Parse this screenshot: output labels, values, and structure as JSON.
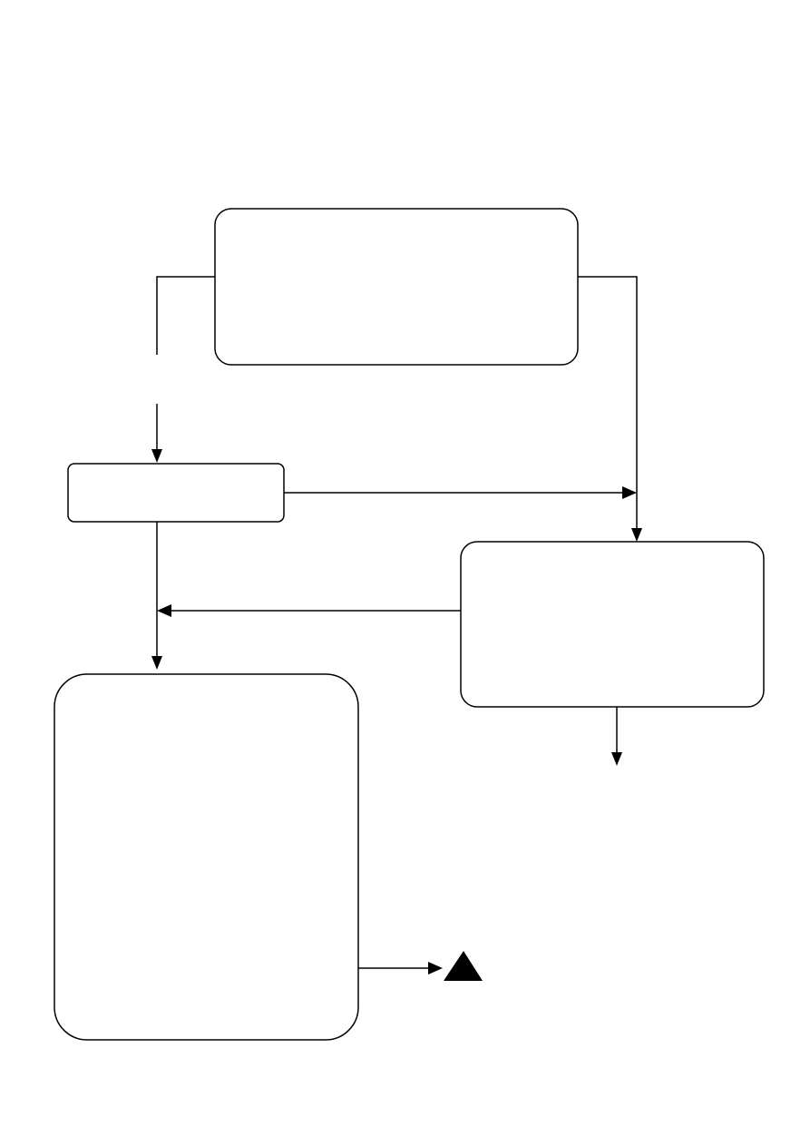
{
  "diagram": {
    "boxes": [
      {
        "id": "top-box",
        "label": ""
      },
      {
        "id": "left-small-box",
        "label": ""
      },
      {
        "id": "right-box",
        "label": ""
      },
      {
        "id": "bottom-left-box",
        "label": ""
      }
    ],
    "connectors": [
      {
        "from": "top-box",
        "to": "left-small-box"
      },
      {
        "from": "top-box",
        "to": "right-box"
      },
      {
        "from": "left-small-box",
        "to": "right-box"
      },
      {
        "from": "right-box",
        "to": "bottom-left-box"
      },
      {
        "from": "left-small-box",
        "to": "bottom-left-box"
      },
      {
        "from": "right-box",
        "to": "off-page"
      },
      {
        "from": "bottom-left-box",
        "to": "triangle-marker"
      }
    ],
    "colors": {
      "stroke": "#000000",
      "fill": "#ffffff",
      "marker": "#000000"
    },
    "marker_icon": "filled-triangle-icon"
  }
}
